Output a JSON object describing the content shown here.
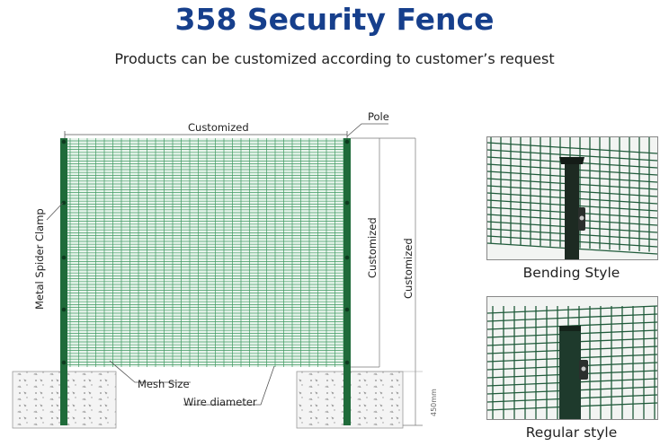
{
  "header": {
    "title": "358 Security Fence",
    "subtitle": "Products can be customized according to customer’s request"
  },
  "diagram": {
    "labels": {
      "width": "Customized",
      "pole": "Pole",
      "clamp": "Metal Spider Clamp",
      "height_inner": "Customized",
      "height_outer": "Customized",
      "mesh_size": "Mesh Size",
      "wire_diameter": "Wire diameter",
      "underground": "450mm"
    }
  },
  "styles": [
    {
      "caption": "Bending Style"
    },
    {
      "caption": "Regular style"
    }
  ],
  "colors": {
    "title": "#163f8c",
    "pole": "#1f6b3a",
    "mesh": "#2e8f52"
  }
}
